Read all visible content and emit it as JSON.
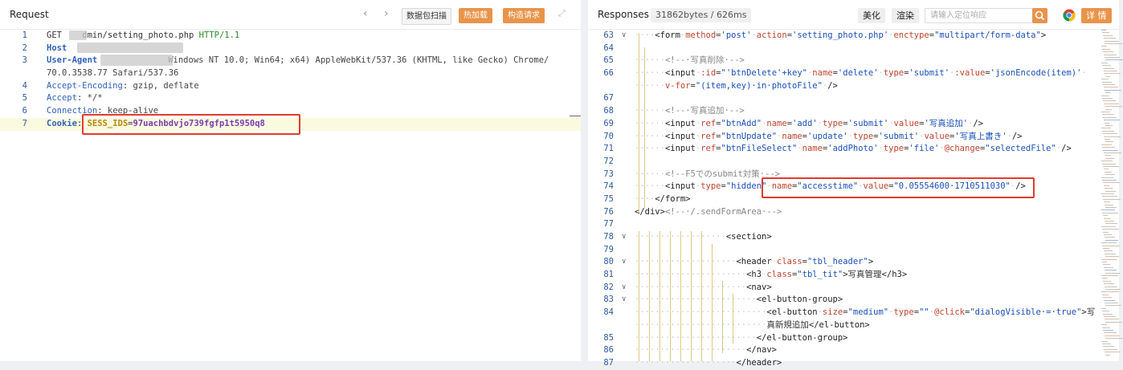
{
  "request": {
    "title": "Request",
    "scan_button": "数据包扫描",
    "hot_load_button": "热加载",
    "construct_button": "构造请求",
    "lines": [
      {
        "n": "1",
        "method": "GET",
        "path": "dmin/setting_photo.php",
        "version": "HTTP/1.1"
      },
      {
        "n": "2",
        "key": "Host"
      },
      {
        "n": "3",
        "key": "User-Agent",
        "value": "Windows NT 10.0; Win64; x64) AppleWebKit/537.36 (KHTML, like Gecko) Chrome/"
      },
      {
        "n": "",
        "value": "70.0.3538.77 Safari/537.36"
      },
      {
        "n": "4",
        "key": "Accept-Encoding",
        "value": "gzip, deflate"
      },
      {
        "n": "5",
        "key": "Accept",
        "value": "*/*"
      },
      {
        "n": "6",
        "key": "Connection",
        "value": "keep-alive"
      },
      {
        "n": "7",
        "key": "Cookie",
        "cookie_name": "SESS_IDS",
        "cookie_value": "97uachbdvjo739fgfp1t5950q8"
      }
    ]
  },
  "response": {
    "title": "Responses",
    "meta": "31862bytes / 626ms",
    "beautify_button": "美化",
    "render_button": "渲染",
    "search_placeholder": "请输入定位响应",
    "detail_button": "详 情",
    "lines": [
      {
        "n": "63",
        "fold": true,
        "html": "<span class='dot'>····</span><span class='tag'>&lt;form</span><span class='dot'>·</span><span class='attr'>method</span>=<span class='str'>'post'</span><span class='dot'>·</span><span class='attr'>action</span>=<span class='str'>'setting_photo.php'</span><span class='dot'>·</span><span class='attr'>enctype</span>=<span class='str'>\"multipart/form-data\"</span><span class='tag'>&gt;</span>"
      },
      {
        "n": "64",
        "html": ""
      },
      {
        "n": "65",
        "html": "<span class='dot'>······</span><span class='cmt'>&lt;!--·写真削除·--&gt;</span>"
      },
      {
        "n": "66",
        "html": "<span class='dot'>······</span><span class='tag'>&lt;input</span><span class='dot'>·</span><span class='attr'>:id</span>=<span class='str'>\"'btnDelete'+key\"</span><span class='dot'>·</span><span class='attr'>name</span>=<span class='str'>'delete'</span><span class='dot'>·</span><span class='attr'>type</span>=<span class='str'>'submit'</span><span class='dot'>·</span><span class='attr'>:value</span>=<span class='str'>'jsonEncode(item)'</span><span class='dot'>·</span>"
      },
      {
        "n": "",
        "html": "<span class='dot'>······</span><span class='attr'>v-for</span>=<span class='str'>\"(item,key)·in·photoFile\"</span><span class='dot'>·</span><span class='tag'>/&gt;</span>"
      },
      {
        "n": "67",
        "html": ""
      },
      {
        "n": "68",
        "html": "<span class='dot'>······</span><span class='cmt'>&lt;!--·写真追加·--&gt;</span>"
      },
      {
        "n": "69",
        "html": "<span class='dot'>······</span><span class='tag'>&lt;input</span><span class='dot'>·</span><span class='attr'>ref</span>=<span class='str'>\"btnAdd\"</span><span class='dot'>·</span><span class='attr'>name</span>=<span class='str'>'add'</span><span class='dot'>·</span><span class='attr'>type</span>=<span class='str'>'submit'</span><span class='dot'>·</span><span class='attr'>value</span>=<span class='str'>'写真追加'</span><span class='dot'>·</span><span class='tag'>/&gt;</span>"
      },
      {
        "n": "70",
        "html": "<span class='dot'>······</span><span class='tag'>&lt;input</span><span class='dot'>·</span><span class='attr'>ref</span>=<span class='str'>\"btnUpdate\"</span><span class='dot'>·</span><span class='attr'>name</span>=<span class='str'>'update'</span><span class='dot'>·</span><span class='attr'>type</span>=<span class='str'>'submit'</span><span class='dot'>·</span><span class='attr'>value</span>=<span class='str'>'写真上書き'</span><span class='dot'>·</span><span class='tag'>/&gt;</span>"
      },
      {
        "n": "71",
        "html": "<span class='dot'>······</span><span class='tag'>&lt;input</span><span class='dot'>·</span><span class='attr'>ref</span>=<span class='str'>\"btnFileSelect\"</span><span class='dot'>·</span><span class='attr'>name</span>=<span class='str'>'addPhoto'</span><span class='dot'>·</span><span class='attr'>type</span>=<span class='str'>'file'</span><span class='dot'>·</span><span class='attr'>@change</span>=<span class='str'>\"selectedFile\"</span><span class='dot'>·</span><span class='tag'>/&gt;</span>"
      },
      {
        "n": "72",
        "html": ""
      },
      {
        "n": "73",
        "html": "<span class='dot'>······</span><span class='cmt'>&lt;!--F5でのsubmit対策·--&gt;</span>"
      },
      {
        "n": "74",
        "html": "<span class='dot'>······</span><span class='tag'>&lt;input</span><span class='dot'>·</span><span class='attr'>type</span>=<span class='str'>\"hidden\"</span><span class='dot'>·</span><span class='attr'>name</span>=<span class='str'>\"accesstime\"</span><span class='dot'>·</span><span class='attr'>value</span>=<span class='str'>\"0.05554600·1710511030\"</span><span class='dot'>·</span><span class='tag'>/&gt;</span>"
      },
      {
        "n": "75",
        "html": "<span class='dot'>····</span><span class='tag'>&lt;/form&gt;</span>"
      },
      {
        "n": "76",
        "html": "<span class='tag'>&lt;/div&gt;</span><span class='cmt'>&lt;!--·/.sendFormArea·--&gt;</span>"
      },
      {
        "n": "77",
        "html": ""
      },
      {
        "n": "78",
        "fold": true,
        "html": "<span class='dot'>··················</span><span class='tag'>&lt;section&gt;</span>"
      },
      {
        "n": "79",
        "html": ""
      },
      {
        "n": "80",
        "fold": true,
        "html": "<span class='dot'>····················</span><span class='tag'>&lt;header</span><span class='dot'>·</span><span class='attr'>class</span>=<span class='str'>\"tbl_header\"</span><span class='tag'>&gt;</span>"
      },
      {
        "n": "81",
        "html": "<span class='dot'>······················</span><span class='tag'>&lt;h3</span><span class='dot'>·</span><span class='attr'>class</span>=<span class='str'>\"tbl_tit\"</span><span class='tag'>&gt;</span>写真管理<span class='tag'>&lt;/h3&gt;</span>"
      },
      {
        "n": "82",
        "fold": true,
        "html": "<span class='dot'>······················</span><span class='tag'>&lt;nav&gt;</span>"
      },
      {
        "n": "83",
        "fold": true,
        "html": "<span class='dot'>························</span><span class='tag'>&lt;el-button-group&gt;</span>"
      },
      {
        "n": "84",
        "html": "<span class='dot'>··························</span><span class='tag'>&lt;el-button</span><span class='dot'>·</span><span class='attr'>size</span>=<span class='str'>\"medium\"</span><span class='dot'>·</span><span class='attr'>type</span>=<span class='str'>\"\"</span><span class='dot'>·</span><span class='attr'>@click</span>=<span class='str'>\"dialogVisible·=·true\"</span><span class='tag'>&gt;</span>写"
      },
      {
        "n": "",
        "html": "<span class='dot'>··························</span>真新規追加<span class='tag'>&lt;/el-button&gt;</span>"
      },
      {
        "n": "85",
        "html": "<span class='dot'>························</span><span class='tag'>&lt;/el-button-group&gt;</span>"
      },
      {
        "n": "86",
        "html": "<span class='dot'>······················</span><span class='tag'>&lt;/nav&gt;</span>"
      },
      {
        "n": "87",
        "html": "<span class='dot'>····················</span><span class='tag'>&lt;/header&gt;</span>"
      }
    ]
  },
  "colors": {
    "accent": "#e8944a",
    "highlight_box": "#e23b2e"
  }
}
